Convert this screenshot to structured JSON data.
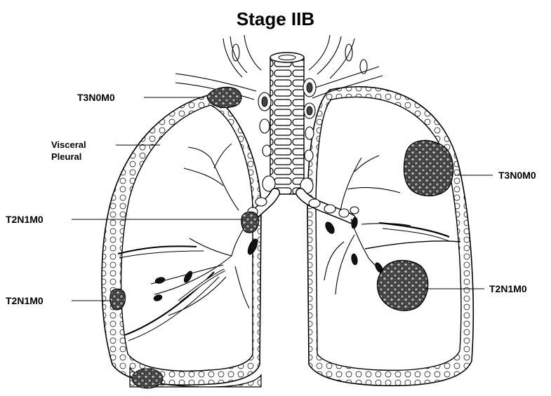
{
  "title": "Stage IIB",
  "labels": {
    "upper_left_tumor": "T3N0M0",
    "visceral_line1": "Visceral",
    "visceral_line2": "Pleural",
    "right_upper_tumor": "T3N0M0",
    "hilar_node": "T2N1M0",
    "lower_left_tumor": "T2N1M0",
    "right_lower_tumor": "T2N1M0"
  },
  "colors": {
    "ink": "#000000",
    "background": "#ffffff",
    "tumor_fill": "#555555"
  }
}
